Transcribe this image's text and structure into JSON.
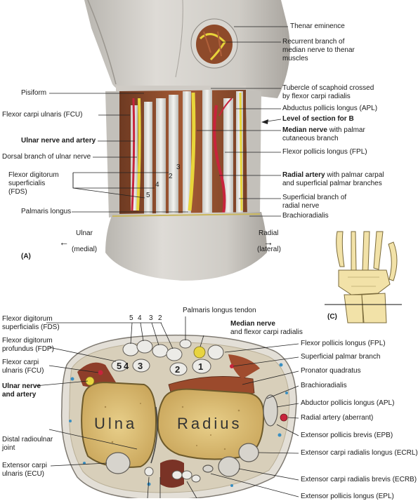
{
  "panelA": {
    "label": "(A)",
    "left": [
      {
        "text": "Pisiform",
        "bold": false
      },
      {
        "text": "Flexor carpi ulnaris (FCU)",
        "bold": false
      },
      {
        "text": "Ulnar nerve and artery",
        "bold": true
      },
      {
        "text": "Dorsal branch of ulnar nerve",
        "bold": false
      },
      {
        "text": "Flexor digitorum",
        "bold": false
      },
      {
        "text": "superficialis",
        "bold": false
      },
      {
        "text": "(FDS)",
        "bold": false
      },
      {
        "text": "Palmaris longus",
        "bold": false
      }
    ],
    "right": {
      "thenar": "Thenar eminence",
      "recurrent1": "Recurrent branch of",
      "recurrent2": "median nerve to thenar",
      "recurrent3": "muscles",
      "tubercle1": "Tubercle of scaphoid crossed",
      "tubercle2": "by flexor carpi radialis",
      "apl": "Abductus pollicis longus (APL)",
      "level": "Level of section for B",
      "median_bold": "Median nerve",
      "median_rest": " with palmar",
      "median2": "cutaneous branch",
      "fpl": "Flexor pollicis longus (FPL)",
      "radial_bold": "Radial artery",
      "radial_rest": " with palmar carpal",
      "radial2": "and superficial palmar branches",
      "superficial1": "Superficial branch of",
      "superficial2": "radial nerve",
      "brachioradialis": "Brachioradialis"
    },
    "numbers": [
      "2",
      "3",
      "4",
      "5"
    ],
    "ulnar": "Ulnar",
    "ulnar_sub": "(medial)",
    "radial": "Radial",
    "radial_sub": "(lateral)",
    "arrow_left": "←",
    "arrow_right": "→"
  },
  "panelC": {
    "label": "(C)"
  },
  "panelB": {
    "top_numbers": [
      "5",
      "4",
      "3",
      "2"
    ],
    "palmaris": "Palmaris longus tendon",
    "median_bold": "Median nerve",
    "median_rest": "and flexor carpi radialis",
    "left": {
      "fds1": "Flexor digitorum",
      "fds2": "superficialis (FDS)",
      "fdp1": "Flexor digitorum",
      "fdp2": "profundus (FDP)",
      "fcu1": "Flexor carpi",
      "fcu2": "ulnaris (FCU)",
      "ulnar1": "Ulnar nerve",
      "ulnar2": "and artery",
      "druj1": "Distal radioulnar",
      "druj2": "joint",
      "ecu1": "Extensor carpi",
      "ecu2": "ulnaris (ECU)"
    },
    "right": {
      "fpl": "Flexor pollicis longus (FPL)",
      "spb": "Superficial palmar branch",
      "pq": "Pronator quadratus",
      "br": "Brachioradialis",
      "apl": "Abductor pollicis longus (APL)",
      "ra": "Radial artery (aberrant)",
      "epb": "Extensor pollicis brevis (EPB)",
      "ecrl": "Extensor carpi radialis longus (ECRL)",
      "ecrb": "Extensor carpi radialis brevis (ECRB)",
      "epl": "Extensor pollicis longus (EPL)"
    },
    "bone_ulna": "Ulna",
    "bone_radius": "Radius",
    "tendon_nums": [
      "5",
      "4",
      "3",
      "2",
      "1"
    ]
  }
}
